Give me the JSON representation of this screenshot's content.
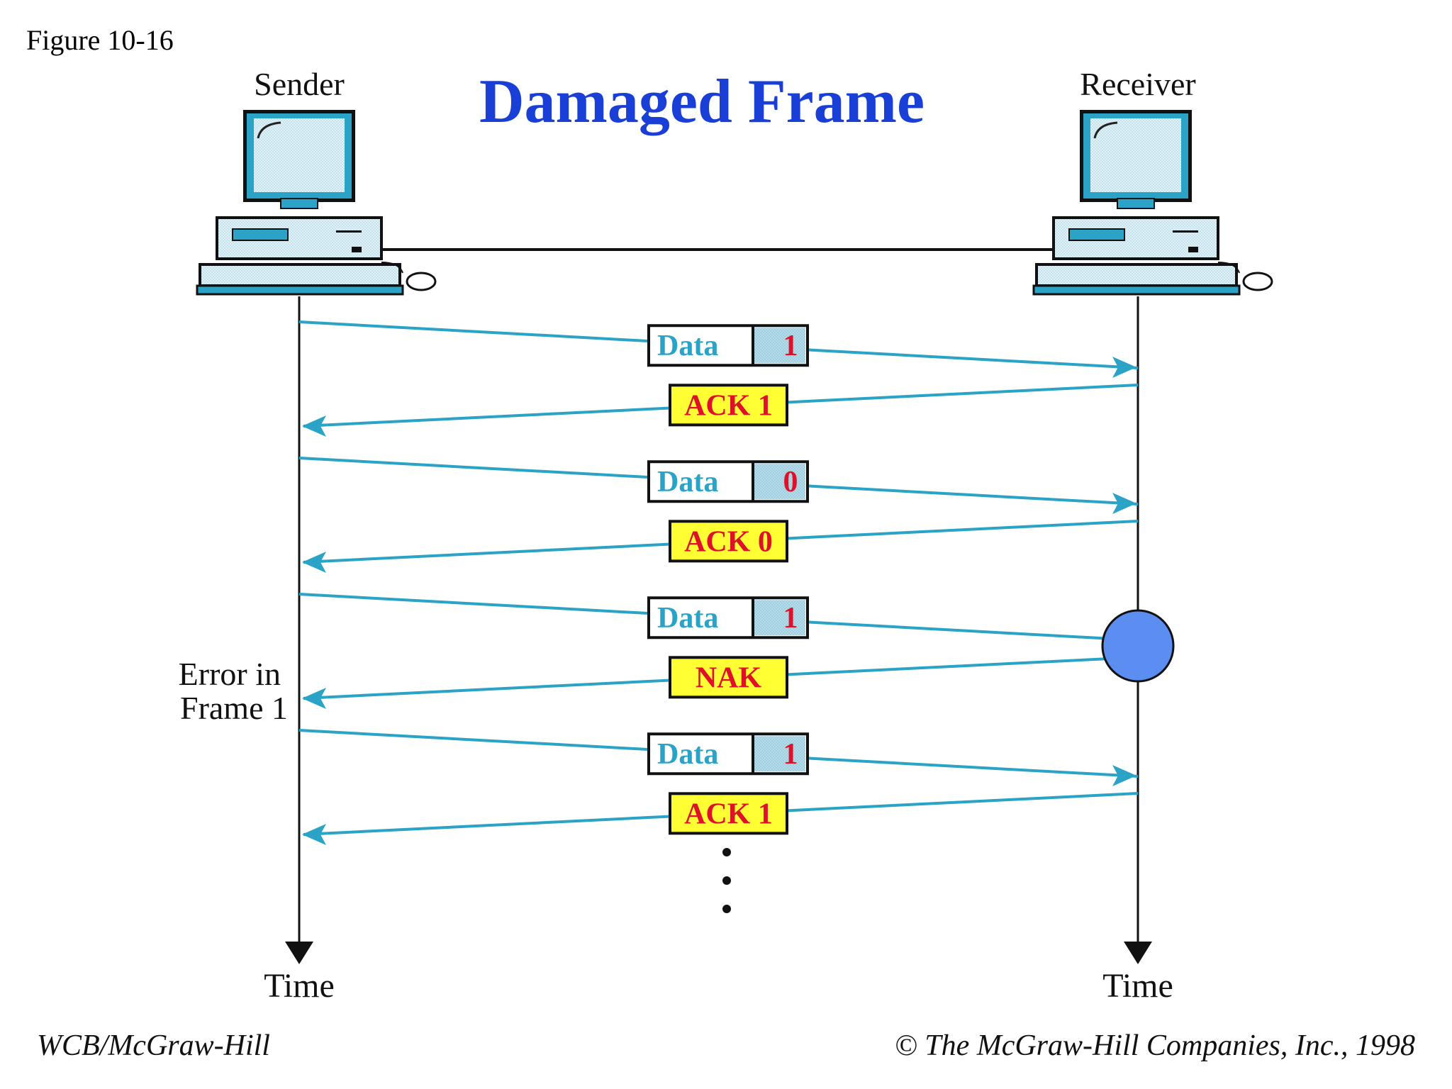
{
  "figure_label": "Figure 10-16",
  "title": "Damaged Frame",
  "sender_label": "Sender",
  "receiver_label": "Receiver",
  "time_label_sender": "Time",
  "time_label_receiver": "Time",
  "error_note": [
    "Error in",
    "Frame 1"
  ],
  "footer_left": "WCB/McGraw-Hill",
  "footer_right": "© The McGraw-Hill Companies, Inc., 1998",
  "colors": {
    "title": "#1a3fd6",
    "arrow": "#2aa3c6",
    "data_text": "#2aa3c6",
    "seq_text": "#e0102a",
    "ack_fill": "#ffff33",
    "ack_text": "#e0102a",
    "error_circle": "#5b8ef0",
    "seq_cell_fill": "#b6dbe8"
  },
  "exchanges": [
    {
      "data_label": "Data",
      "seq": "1",
      "reply": "ACK 1",
      "damaged": false
    },
    {
      "data_label": "Data",
      "seq": "0",
      "reply": "ACK 0",
      "damaged": false
    },
    {
      "data_label": "Data",
      "seq": "1",
      "reply": "NAK",
      "damaged": true
    },
    {
      "data_label": "Data",
      "seq": "1",
      "reply": "ACK 1",
      "damaged": false
    }
  ]
}
